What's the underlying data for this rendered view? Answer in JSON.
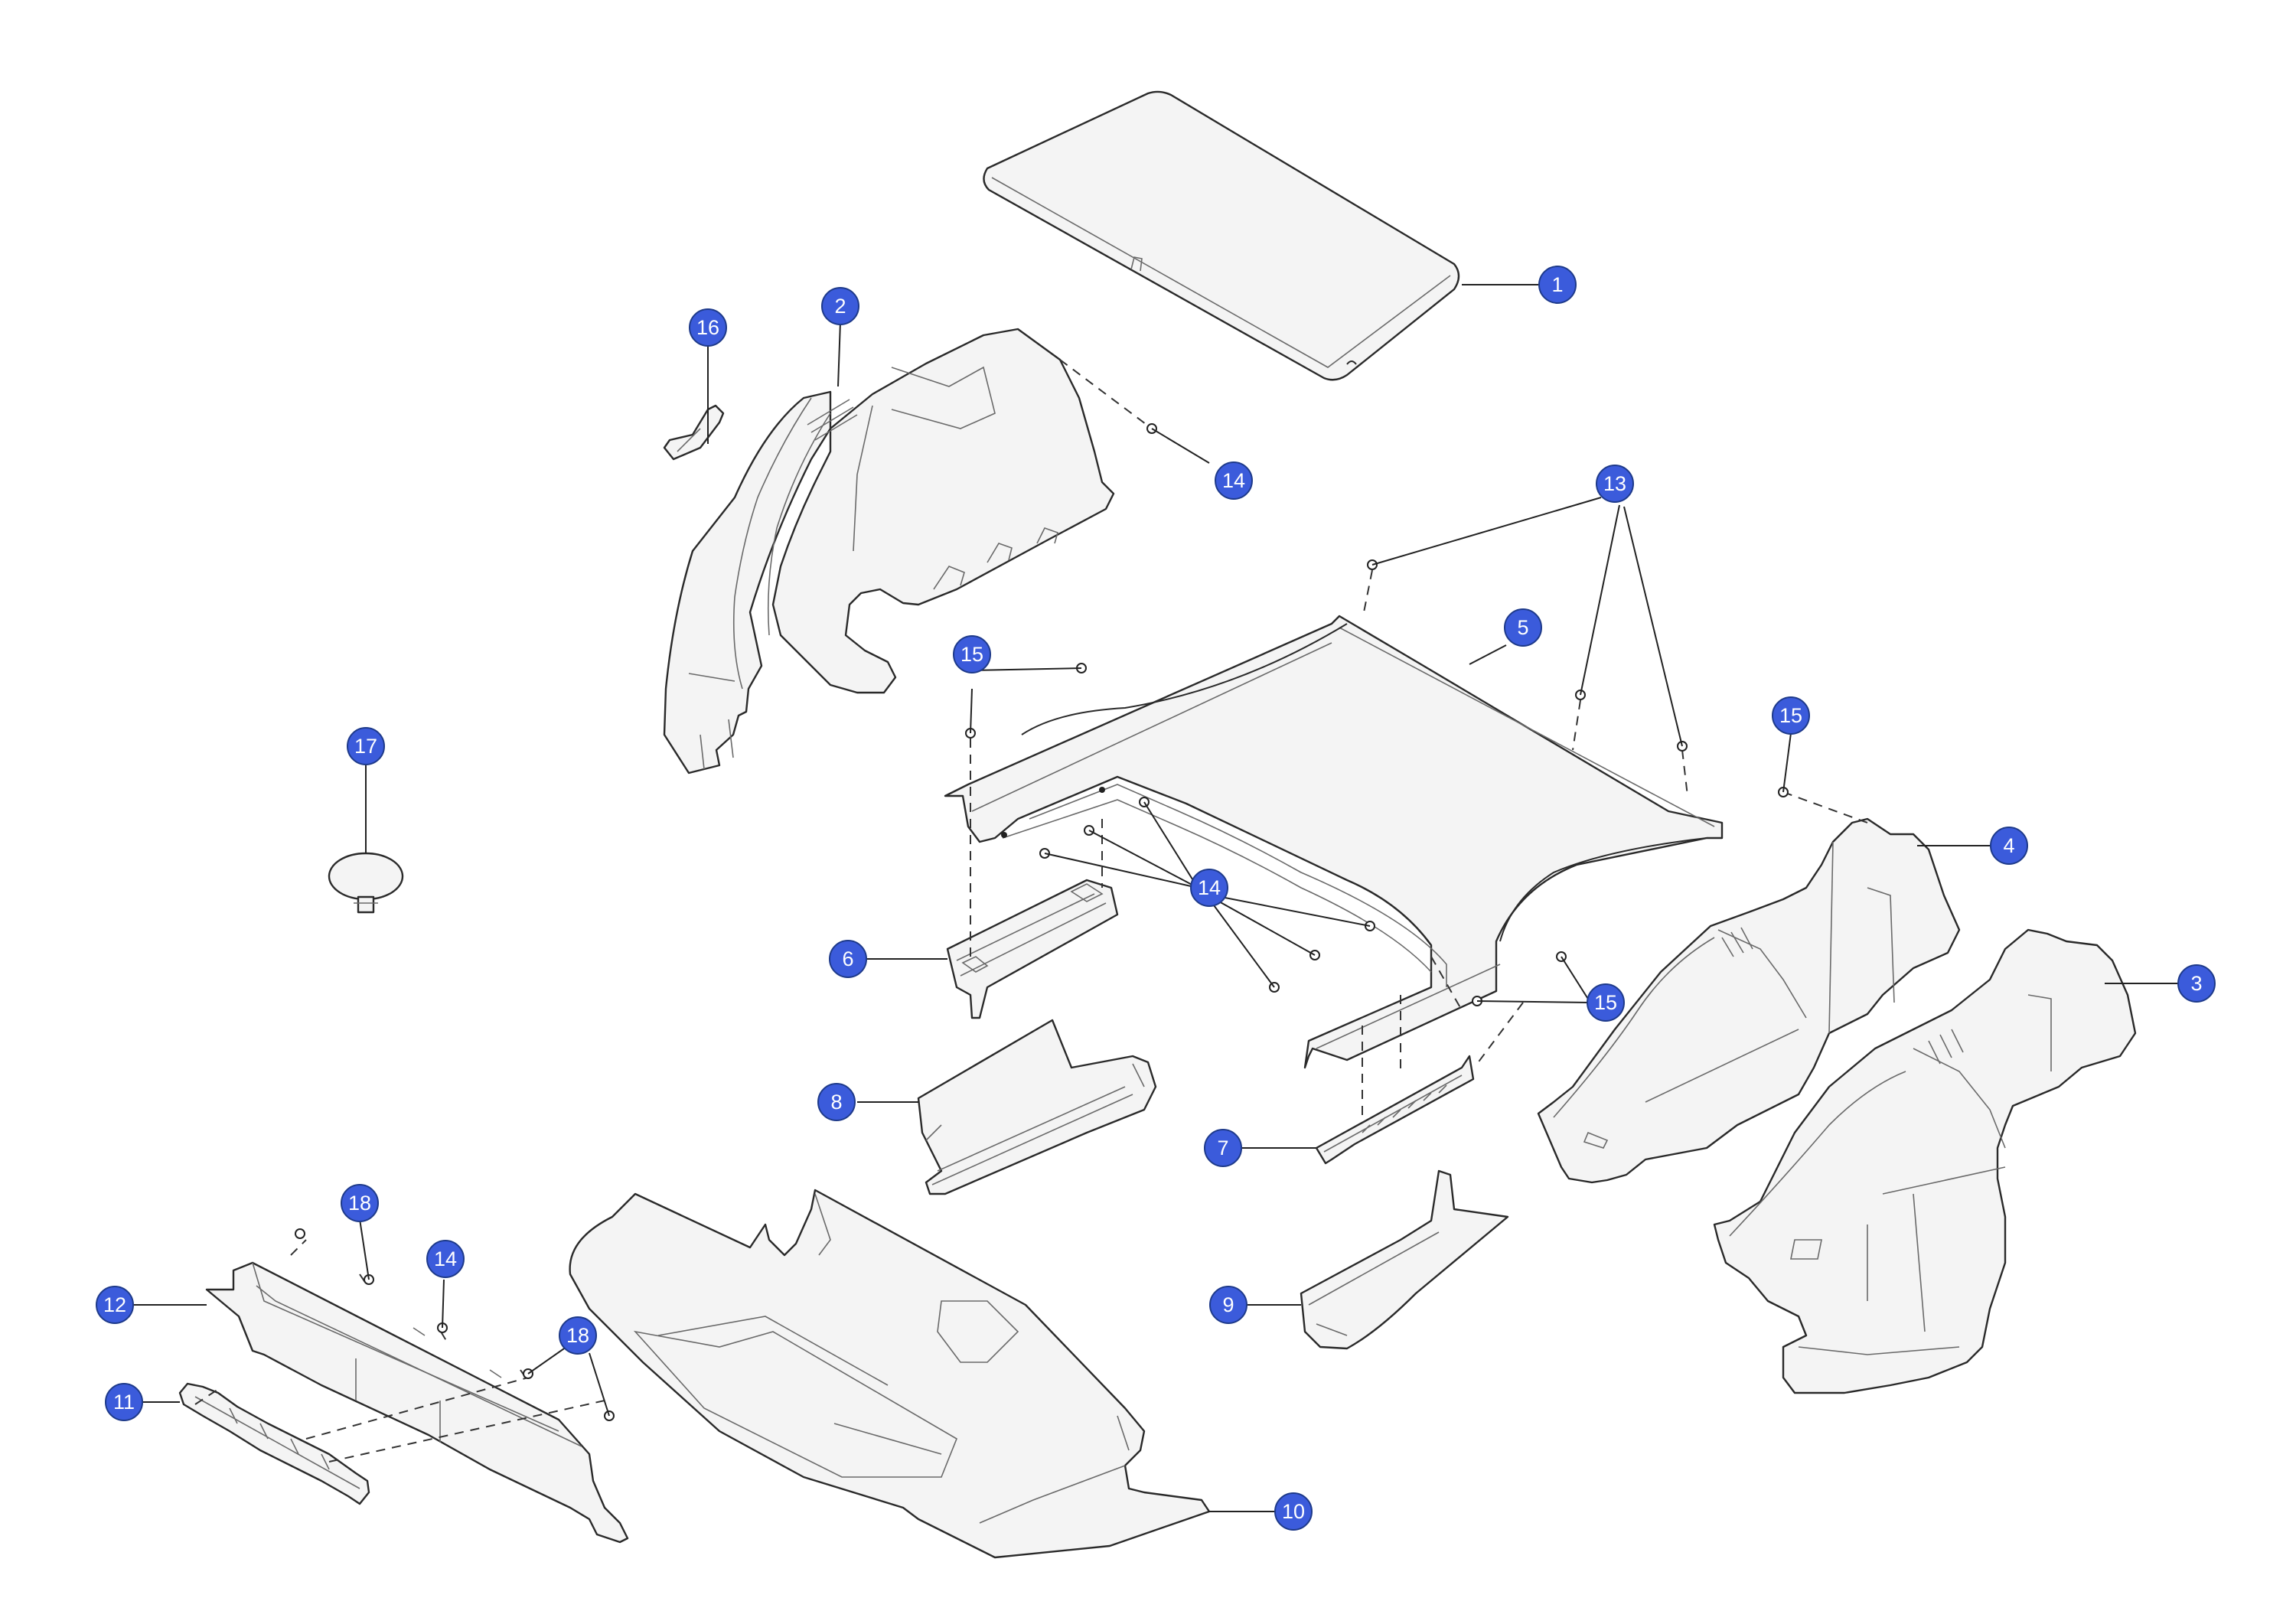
{
  "callouts": [
    {
      "id": "c1",
      "label": "1"
    },
    {
      "id": "c2",
      "label": "2"
    },
    {
      "id": "c3",
      "label": "3"
    },
    {
      "id": "c4",
      "label": "4"
    },
    {
      "id": "c5",
      "label": "5"
    },
    {
      "id": "c6",
      "label": "6"
    },
    {
      "id": "c7",
      "label": "7"
    },
    {
      "id": "c8",
      "label": "8"
    },
    {
      "id": "c9",
      "label": "9"
    },
    {
      "id": "c10",
      "label": "10"
    },
    {
      "id": "c11",
      "label": "11"
    },
    {
      "id": "c12",
      "label": "12"
    },
    {
      "id": "c13",
      "label": "13"
    },
    {
      "id": "c14a",
      "label": "14"
    },
    {
      "id": "c14b",
      "label": "14"
    },
    {
      "id": "c14c",
      "label": "14"
    },
    {
      "id": "c15a",
      "label": "15"
    },
    {
      "id": "c15b",
      "label": "15"
    },
    {
      "id": "c15c",
      "label": "15"
    },
    {
      "id": "c16",
      "label": "16"
    },
    {
      "id": "c17",
      "label": "17"
    },
    {
      "id": "c18a",
      "label": "18"
    },
    {
      "id": "c18b",
      "label": "18"
    }
  ],
  "colors": {
    "callout_fill": "#3b5bdb",
    "callout_text": "#ffffff",
    "line": "#222222",
    "part_fill": "#f4f4f4"
  }
}
